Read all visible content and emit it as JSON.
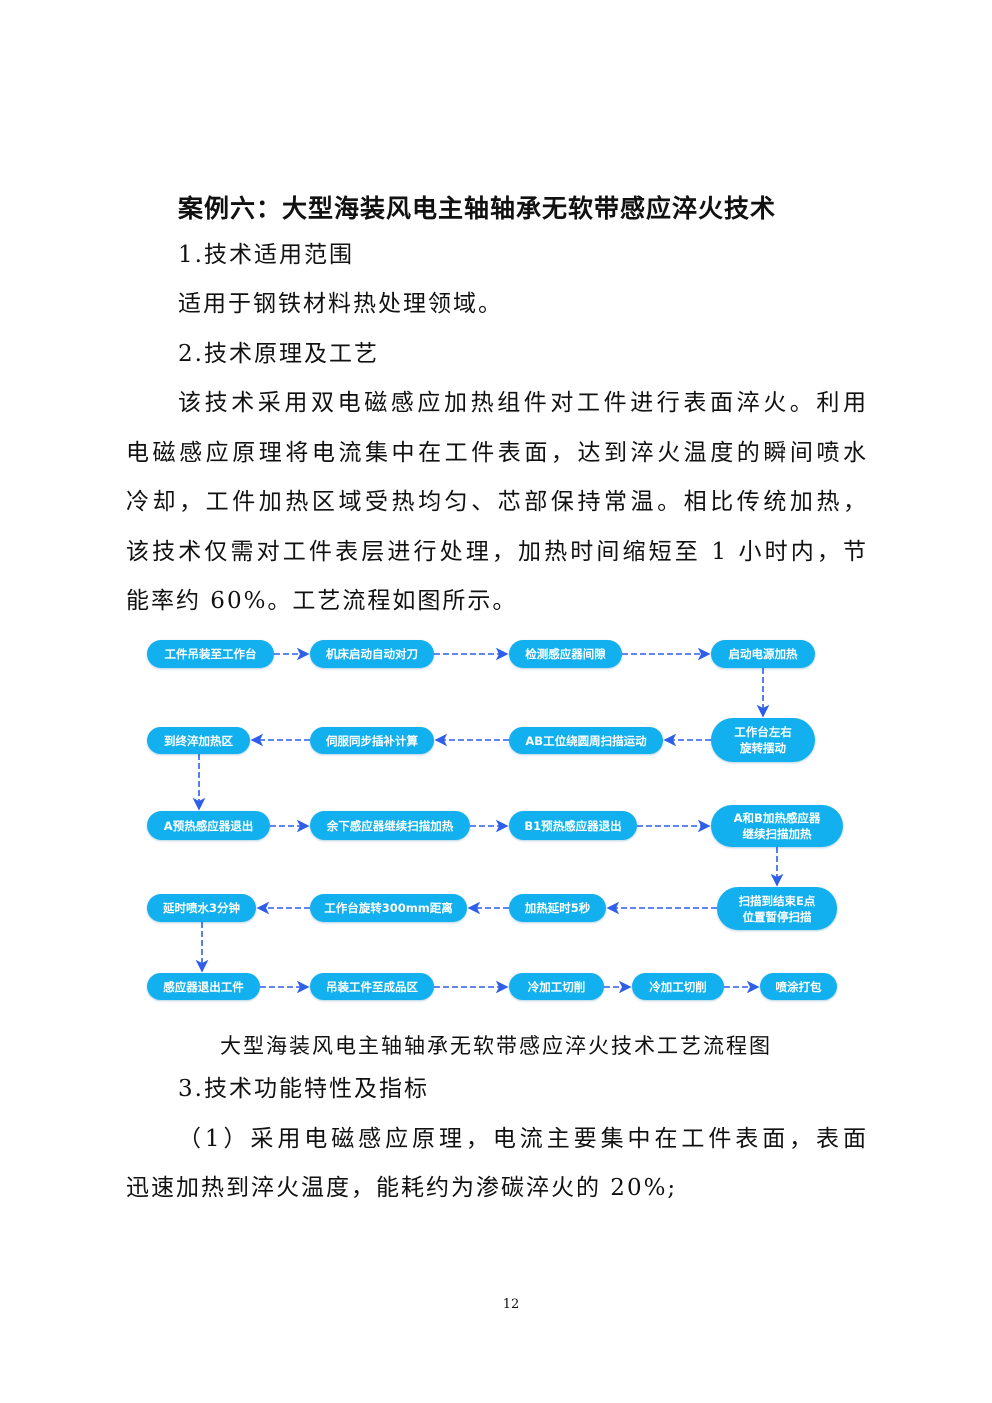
{
  "title": "案例六：大型海装风电主轴轴承无软带感应淬火技术",
  "section1": {
    "heading": "1.技术适用范围",
    "text": "适用于钢铁材料热处理领域。"
  },
  "section2": {
    "heading": "2.技术原理及工艺",
    "lines": [
      "该技术采用双电磁感应加热组件对工件进行表面淬火。利用",
      "电磁感应原理将电流集中在工件表面，达到淬火温度的瞬间喷水",
      "冷却，工件加热区域受热均匀、芯部保持常温。相比传统加热，",
      "该技术仅需对工件表层进行处理，加热时间缩短至 1 小时内，节",
      "能率约 60%。工艺流程如图所示。"
    ]
  },
  "flowchart": {
    "box_color": "#12b0ee",
    "arrow_color": "#2f5ee8",
    "steps": [
      "工件吊装至工作台",
      "机床启动自动对刀",
      "检测感应器间隙",
      "启动电源加热",
      "工作台左右旋转摆动",
      "AB工位绕圆周扫描运动",
      "伺服同步插补计算",
      "到终淬加热区",
      "A预热感应器退出",
      "余下感应器继续扫描加热",
      "B1预热感应器退出",
      "A和B加热感应器继续扫描加热",
      "扫描到结束E点位置暂停扫描",
      "加热延时5秒",
      "工作台旋转300mm距离",
      "延时喷水3分钟",
      "感应器退出工件",
      "吊装工件至成品区",
      "冷加工切削",
      "冷加工切削",
      "喷涂打包"
    ],
    "caption": "大型海装风电主轴轴承无软带感应淬火技术工艺流程图"
  },
  "section3": {
    "heading": "3.技术功能特性及指标",
    "lines": [
      "（1）采用电磁感应原理，电流主要集中在工件表面，表面",
      "迅速加热到淬火温度，能耗约为渗碳淬火的 20%;"
    ]
  },
  "page_number": "12"
}
